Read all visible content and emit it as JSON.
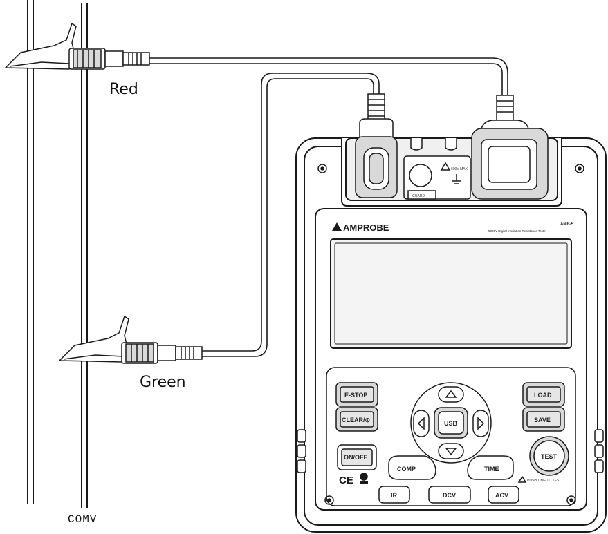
{
  "labels": {
    "red_lead": "Red",
    "green_lead": "Green",
    "conductor": "COMV"
  },
  "meter": {
    "brand": "AMPROBE",
    "model": "AMB-5",
    "subtitle": "5000V Digital Insulation Resistance Tester",
    "guard_label": "GUARD",
    "terminal_warning": "600V MAX",
    "test_caption": "PUSH TIME TO TEST",
    "buttons": {
      "estop": "E-STOP",
      "clear": "CLEAR/⊙",
      "usb": "USB",
      "load": "LOAD",
      "save": "SAVE",
      "onoff": "ON/OFF",
      "comp": "COMP",
      "time": "TIME",
      "test": "TEST",
      "ir": "IR",
      "dcv": "DCV",
      "acv": "ACV"
    },
    "marks": "CE"
  },
  "colors": {
    "line": "#1a1a1a",
    "shade": "#d9d9d9",
    "button_fill": "#e6e6e6",
    "screen_fill": "#f4f4f4"
  }
}
